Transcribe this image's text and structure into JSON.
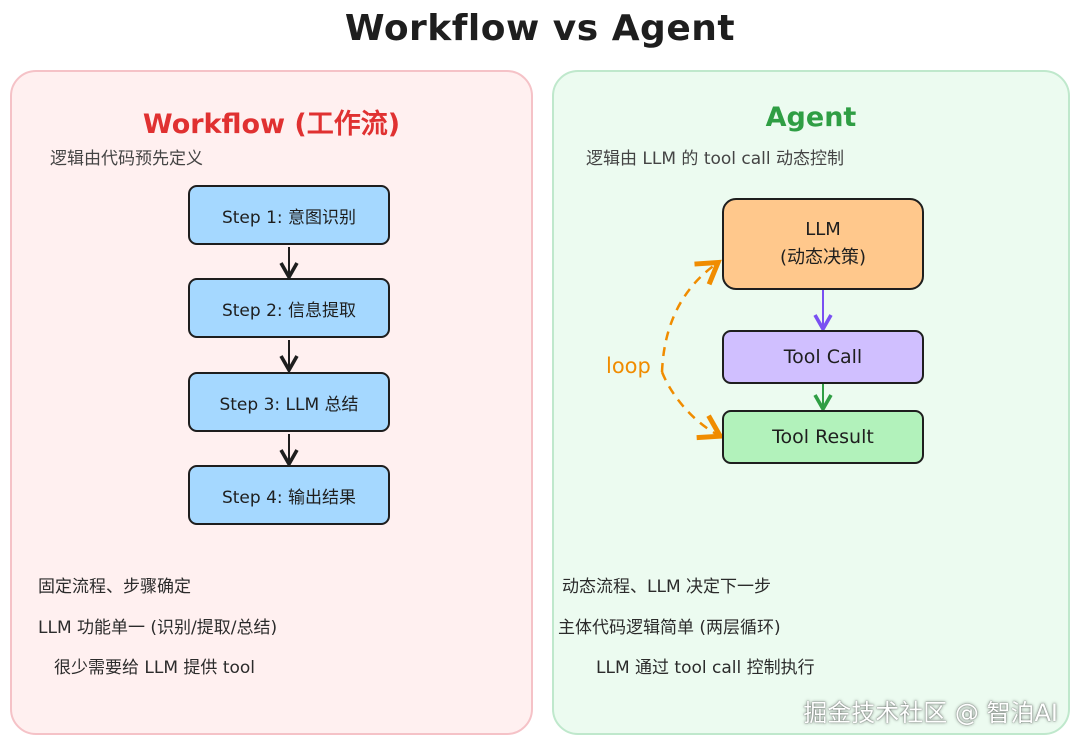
{
  "title": "Workflow vs Agent",
  "left": {
    "heading": "Workflow (工作流)",
    "subtitle": "逻辑由代码预先定义",
    "steps": [
      "Step 1: 意图识别",
      "Step 2: 信息提取",
      "Step 3: LLM 总结",
      "Step 4: 输出结果"
    ],
    "notes": [
      "固定流程、步骤确定",
      "LLM 功能单一 (识别/提取/总结)",
      "很少需要给 LLM 提供 tool"
    ]
  },
  "right": {
    "heading": "Agent",
    "subtitle": "逻辑由 LLM 的 tool call 动态控制",
    "llm_line1": "LLM",
    "llm_line2": "(动态决策)",
    "tool_call": "Tool Call",
    "tool_result": "Tool Result",
    "loop_label": "loop",
    "notes": [
      "动态流程、LLM 决定下一步",
      "主体代码逻辑简单 (两层循环)",
      "LLM 通过 tool call 控制执行"
    ]
  },
  "watermark": "掘金技术社区 @ 智泊AI",
  "colors": {
    "workflow_heading": "#e03131",
    "agent_heading": "#2f9e44",
    "step_fill": "#a5d8ff",
    "llm_fill": "#ffc88c",
    "tool_call_fill": "#d0bfff",
    "tool_result_fill": "#b2f2bb",
    "loop": "#f08c00"
  }
}
